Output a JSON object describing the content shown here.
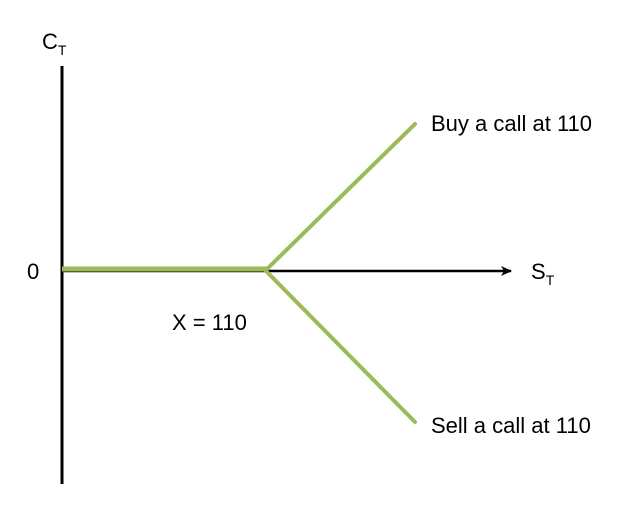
{
  "colors": {
    "axis": "#000000",
    "payoff": "#9bbb59",
    "background": "#ffffff"
  },
  "diagram": {
    "y_axis_label": {
      "main": "C",
      "sub": "T"
    },
    "x_axis_label": {
      "main": "S",
      "sub": "T"
    },
    "origin_label": "0",
    "strike_label": "X = 110",
    "long_call_label": "Buy a call at 110",
    "short_call_label": "Sell a call at 110"
  }
}
